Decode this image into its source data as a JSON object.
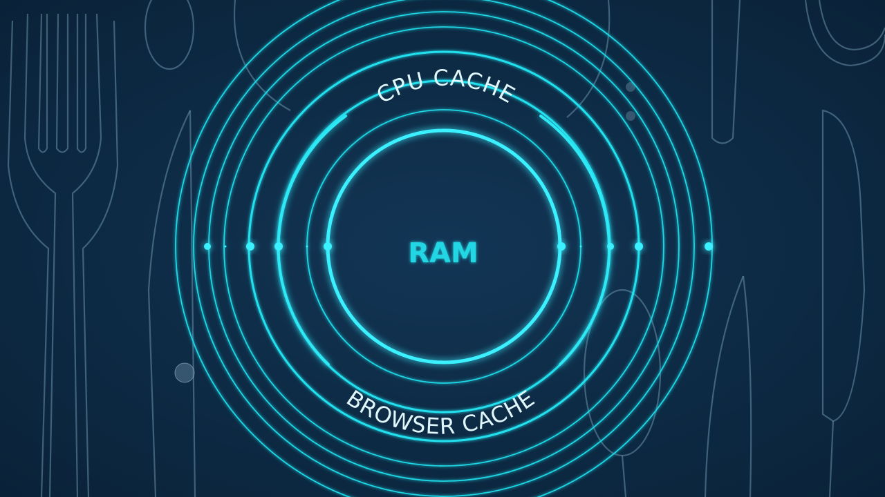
{
  "diagram": {
    "center_label": "RAM",
    "top_label": "CPU CACHE",
    "bottom_label": "BROWSER CACHE"
  },
  "colors": {
    "background": "#0d2a44",
    "ring": "#1ed8e6",
    "ring_glow": "#3af0ff",
    "label_text": "#dff6fb",
    "center_text": "#24d6e4",
    "cutlery_outline": "#7fa9c2"
  },
  "icons": [
    "fork-icon",
    "knife-icon",
    "spoon-icon"
  ]
}
